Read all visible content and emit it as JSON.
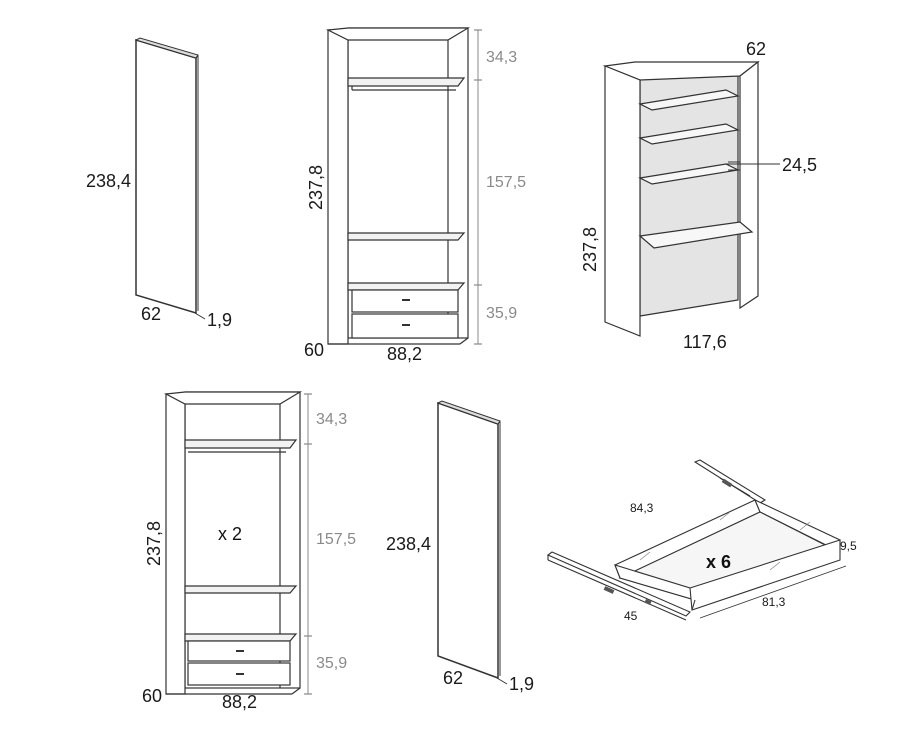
{
  "side_panel_top": {
    "height": "238,4",
    "depth": "62",
    "thickness": "1,9"
  },
  "wardrobe_top": {
    "height": "237,8",
    "width": "88,2",
    "depth": "60",
    "seg_top": "34,3",
    "seg_mid": "157,5",
    "seg_bottom": "35,9"
  },
  "bookcase": {
    "depth": "62",
    "shelf_spacing": "24,5",
    "height": "237,8",
    "width": "117,6"
  },
  "wardrobe_bottom": {
    "height": "237,8",
    "width": "88,2",
    "depth": "60",
    "seg_top": "34,3",
    "seg_mid": "157,5",
    "seg_bottom": "35,9",
    "multiplier": "x 2"
  },
  "side_panel_bottom": {
    "height": "238,4",
    "depth": "62",
    "thickness": "1,9"
  },
  "drawer_tray": {
    "length": "84,3",
    "height": "9,5",
    "width": "81,3",
    "rail": "45",
    "multiplier": "x 6"
  }
}
